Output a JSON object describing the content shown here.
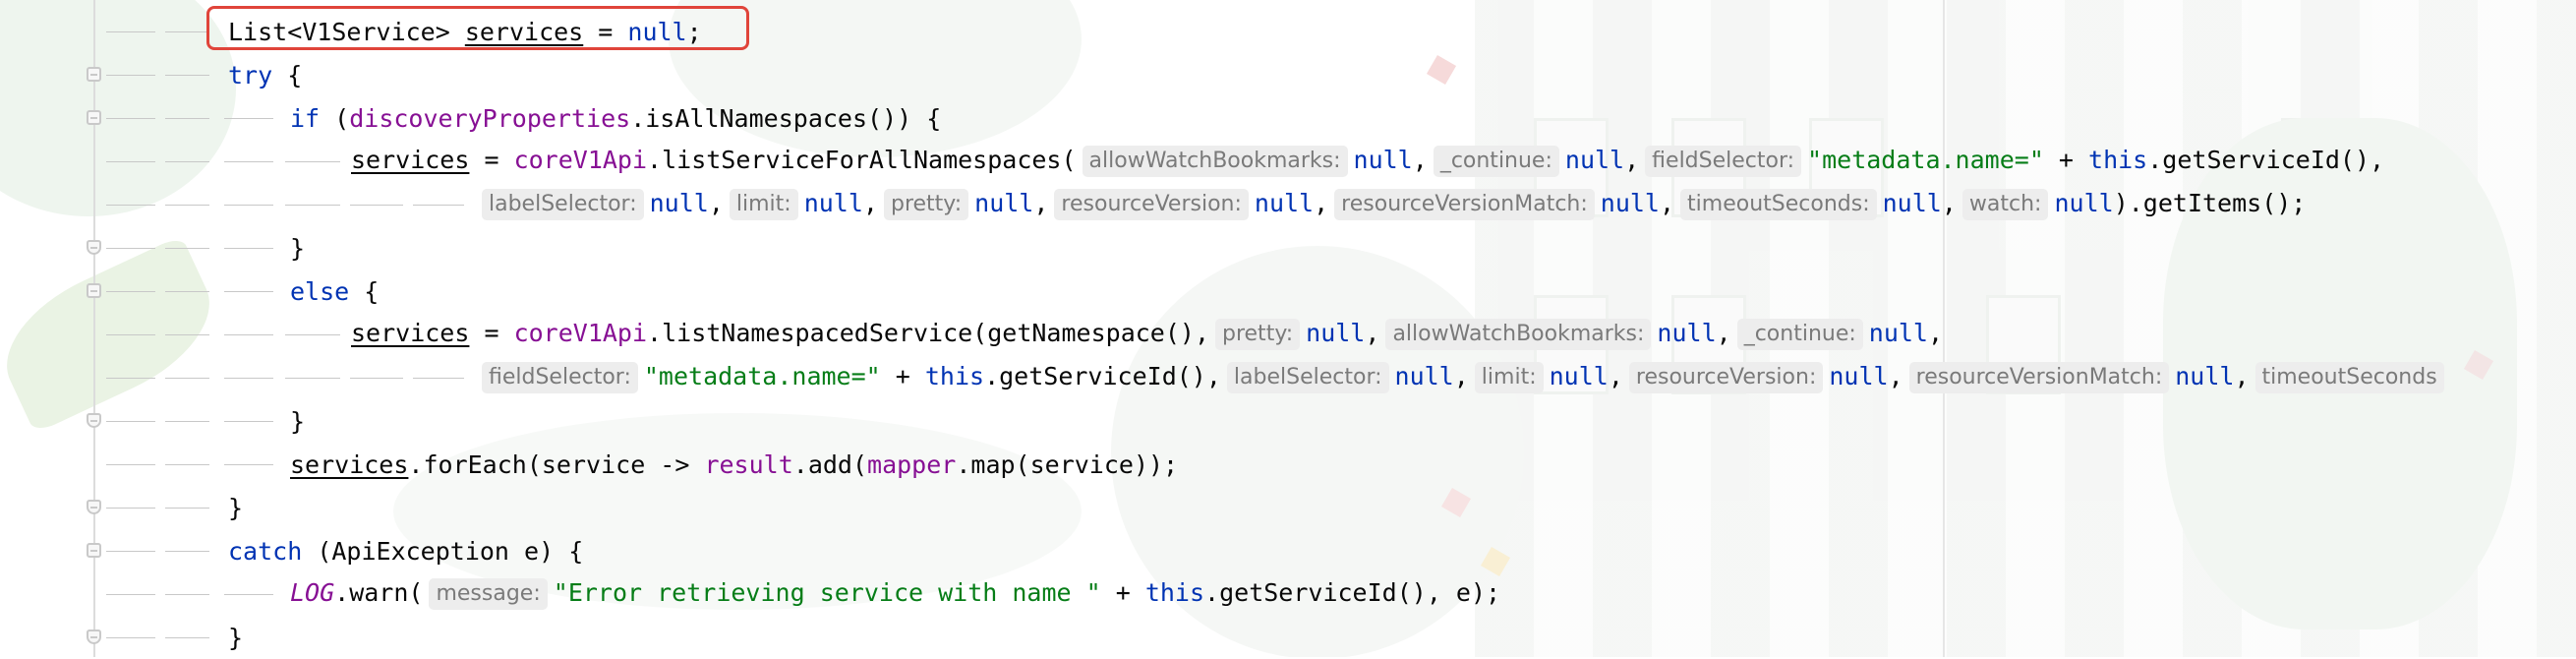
{
  "highlight": {
    "color": "#e0443a"
  },
  "colors": {
    "keyword": "#0033b3",
    "field": "#871094",
    "string": "#067d17",
    "hint_bg": "#ededed",
    "text": "#080808"
  },
  "code": {
    "line1": {
      "t1": "List<V1Service> ",
      "t2": "services",
      "t3": " = ",
      "kw": "null",
      "t4": ";"
    },
    "line2": {
      "kw": "try",
      "t1": " {"
    },
    "line3": {
      "kw": "if",
      "t1": " (",
      "f1": "discoveryProperties",
      "t2": ".isAllNamespaces()) {"
    },
    "line4": {
      "t1": "services",
      "t2": " = ",
      "f1": "coreV1Api",
      "t3": ".listServiceForAllNamespaces(",
      "h1": "allowWatchBookmarks:",
      "v1": "null",
      "c1": ",",
      "h2": "_continue:",
      "v2": "null",
      "c2": ",",
      "h3": "fieldSelector:",
      "s3": "\"metadata.name=\"",
      "t4": " + ",
      "kw4": "this",
      "t5": ".getServiceId(),"
    },
    "line5": {
      "h1": "labelSelector:",
      "v1": "null",
      "c1": ",",
      "h2": "limit:",
      "v2": "null",
      "c2": ",",
      "h3": "pretty:",
      "v3": "null",
      "c3": ",",
      "h4": "resourceVersion:",
      "v4": "null",
      "c4": ",",
      "h5": "resourceVersionMatch:",
      "v5": "null",
      "c5": ",",
      "h6": "timeoutSeconds:",
      "v6": "null",
      "c6": ",",
      "h7": "watch:",
      "v7": "null",
      "t8": ").getItems();"
    },
    "line6": {
      "t1": "}"
    },
    "line7": {
      "kw": "else",
      "t1": " {"
    },
    "line8": {
      "t1": "services",
      "t2": " = ",
      "f1": "coreV1Api",
      "t3": ".listNamespacedService(getNamespace(),",
      "h1": "pretty:",
      "v1": "null",
      "c1": ",",
      "h2": "allowWatchBookmarks:",
      "v2": "null",
      "c2": ",",
      "h3": "_continue:",
      "v3": "null",
      "c3": ","
    },
    "line9": {
      "h1": "fieldSelector:",
      "s1": "\"metadata.name=\"",
      "t1": " + ",
      "kw1": "this",
      "t2": ".getServiceId(),",
      "h2": "labelSelector:",
      "v2": "null",
      "c2": ",",
      "h3": "limit:",
      "v3": "null",
      "c3": ",",
      "h4": "resourceVersion:",
      "v4": "null",
      "c4": ",",
      "h5": "resourceVersionMatch:",
      "v5": "null",
      "c5": ",",
      "h6": "timeoutSeconds"
    },
    "line10": {
      "t1": "}"
    },
    "line11": {
      "t1": "services",
      "t2": ".forEach(service -> ",
      "f1": "result",
      "t3": ".add(",
      "f2": "mapper",
      "t4": ".map(service));"
    },
    "line12": {
      "t1": "}"
    },
    "line13": {
      "kw": "catch",
      "t1": " (ApiException e) {"
    },
    "line14": {
      "l1": "LOG",
      "t1": ".warn(",
      "h1": "message:",
      "s1": "\"Error retrieving service with name \"",
      "t2": " + ",
      "kw": "this",
      "t3": ".getServiceId(), e);"
    },
    "line15": {
      "t1": "}"
    }
  }
}
